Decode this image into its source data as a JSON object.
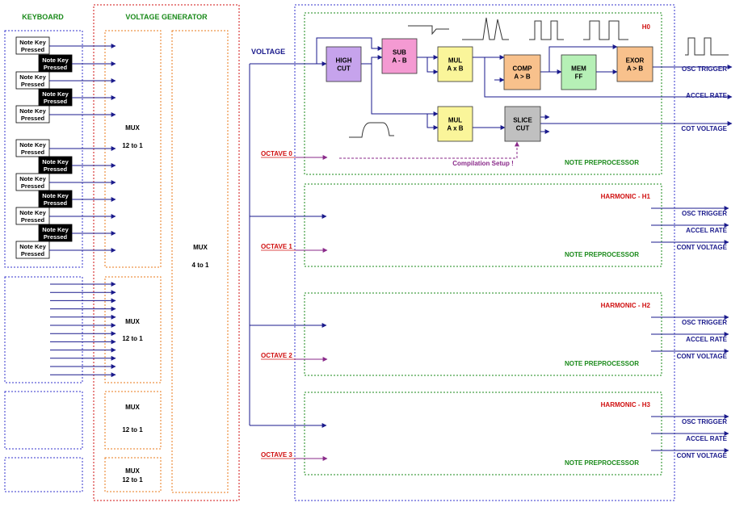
{
  "sections": {
    "keyboard": "KEYBOARD",
    "voltage_generator": "VOLTAGE GENERATOR",
    "voltage": "VOLTAGE"
  },
  "note_key": {
    "line1": "Note Key",
    "line2": "Pressed"
  },
  "mux": {
    "name": "MUX",
    "ratio_12": "12 to 1",
    "ratio_4": "4 to 1"
  },
  "h0": {
    "title": "H0",
    "blocks": {
      "high_cut": [
        "HIGH",
        "CUT"
      ],
      "sub": [
        "SUB",
        "A - B"
      ],
      "mul1": [
        "MUL",
        "A x B"
      ],
      "mul2": [
        "MUL",
        "A x B"
      ],
      "comp": [
        "COMP",
        "A > B"
      ],
      "mem": [
        "MEM",
        "FF"
      ],
      "exor": [
        "EXOR",
        "A > B"
      ],
      "slice": [
        "SLICE",
        "CUT"
      ]
    },
    "compilation_setup": "Compilation Setup !",
    "outputs": [
      "OSC TRIGGER",
      "ACCEL RATE",
      "COT VOLTAGE"
    ],
    "octave": "OCTAVE 0",
    "footer": "NOTE PREPROCESSOR"
  },
  "harmonics": [
    {
      "title": "HARMONIC - H1",
      "octave": "OCTAVE 1",
      "footer": "NOTE PREPROCESSOR",
      "outputs": [
        "OSC TRIGGER",
        "ACCEL RATE",
        "CONT VOLTAGE"
      ]
    },
    {
      "title": "HARMONIC - H2",
      "octave": "OCTAVE 2",
      "footer": "NOTE PREPROCESSOR",
      "outputs": [
        "OSC TRIGGER",
        "ACCEL RATE",
        "CONT VOLTAGE"
      ]
    },
    {
      "title": "HARMONIC - H3",
      "octave": "OCTAVE 3",
      "footer": "NOTE PREPROCESSOR",
      "outputs": [
        "OSC TRIGGER",
        "ACCEL RATE",
        "CONT VOLTAGE"
      ]
    }
  ],
  "colors": {
    "wire": "#1a1a8c",
    "green": "#1a8a1a",
    "red": "#d01010",
    "orange": "#e87a1a",
    "blue_dash": "#3333cc",
    "purple": "#8a2a8a",
    "high_cut_fill": "#c6a3ec",
    "sub_fill": "#f49ad2",
    "mul_fill": "#faf59a",
    "comp_fill": "#f8c18c",
    "mem_fill": "#b6f0b6",
    "exor_fill": "#f8c18c",
    "slice_fill": "#c0c0c0"
  }
}
